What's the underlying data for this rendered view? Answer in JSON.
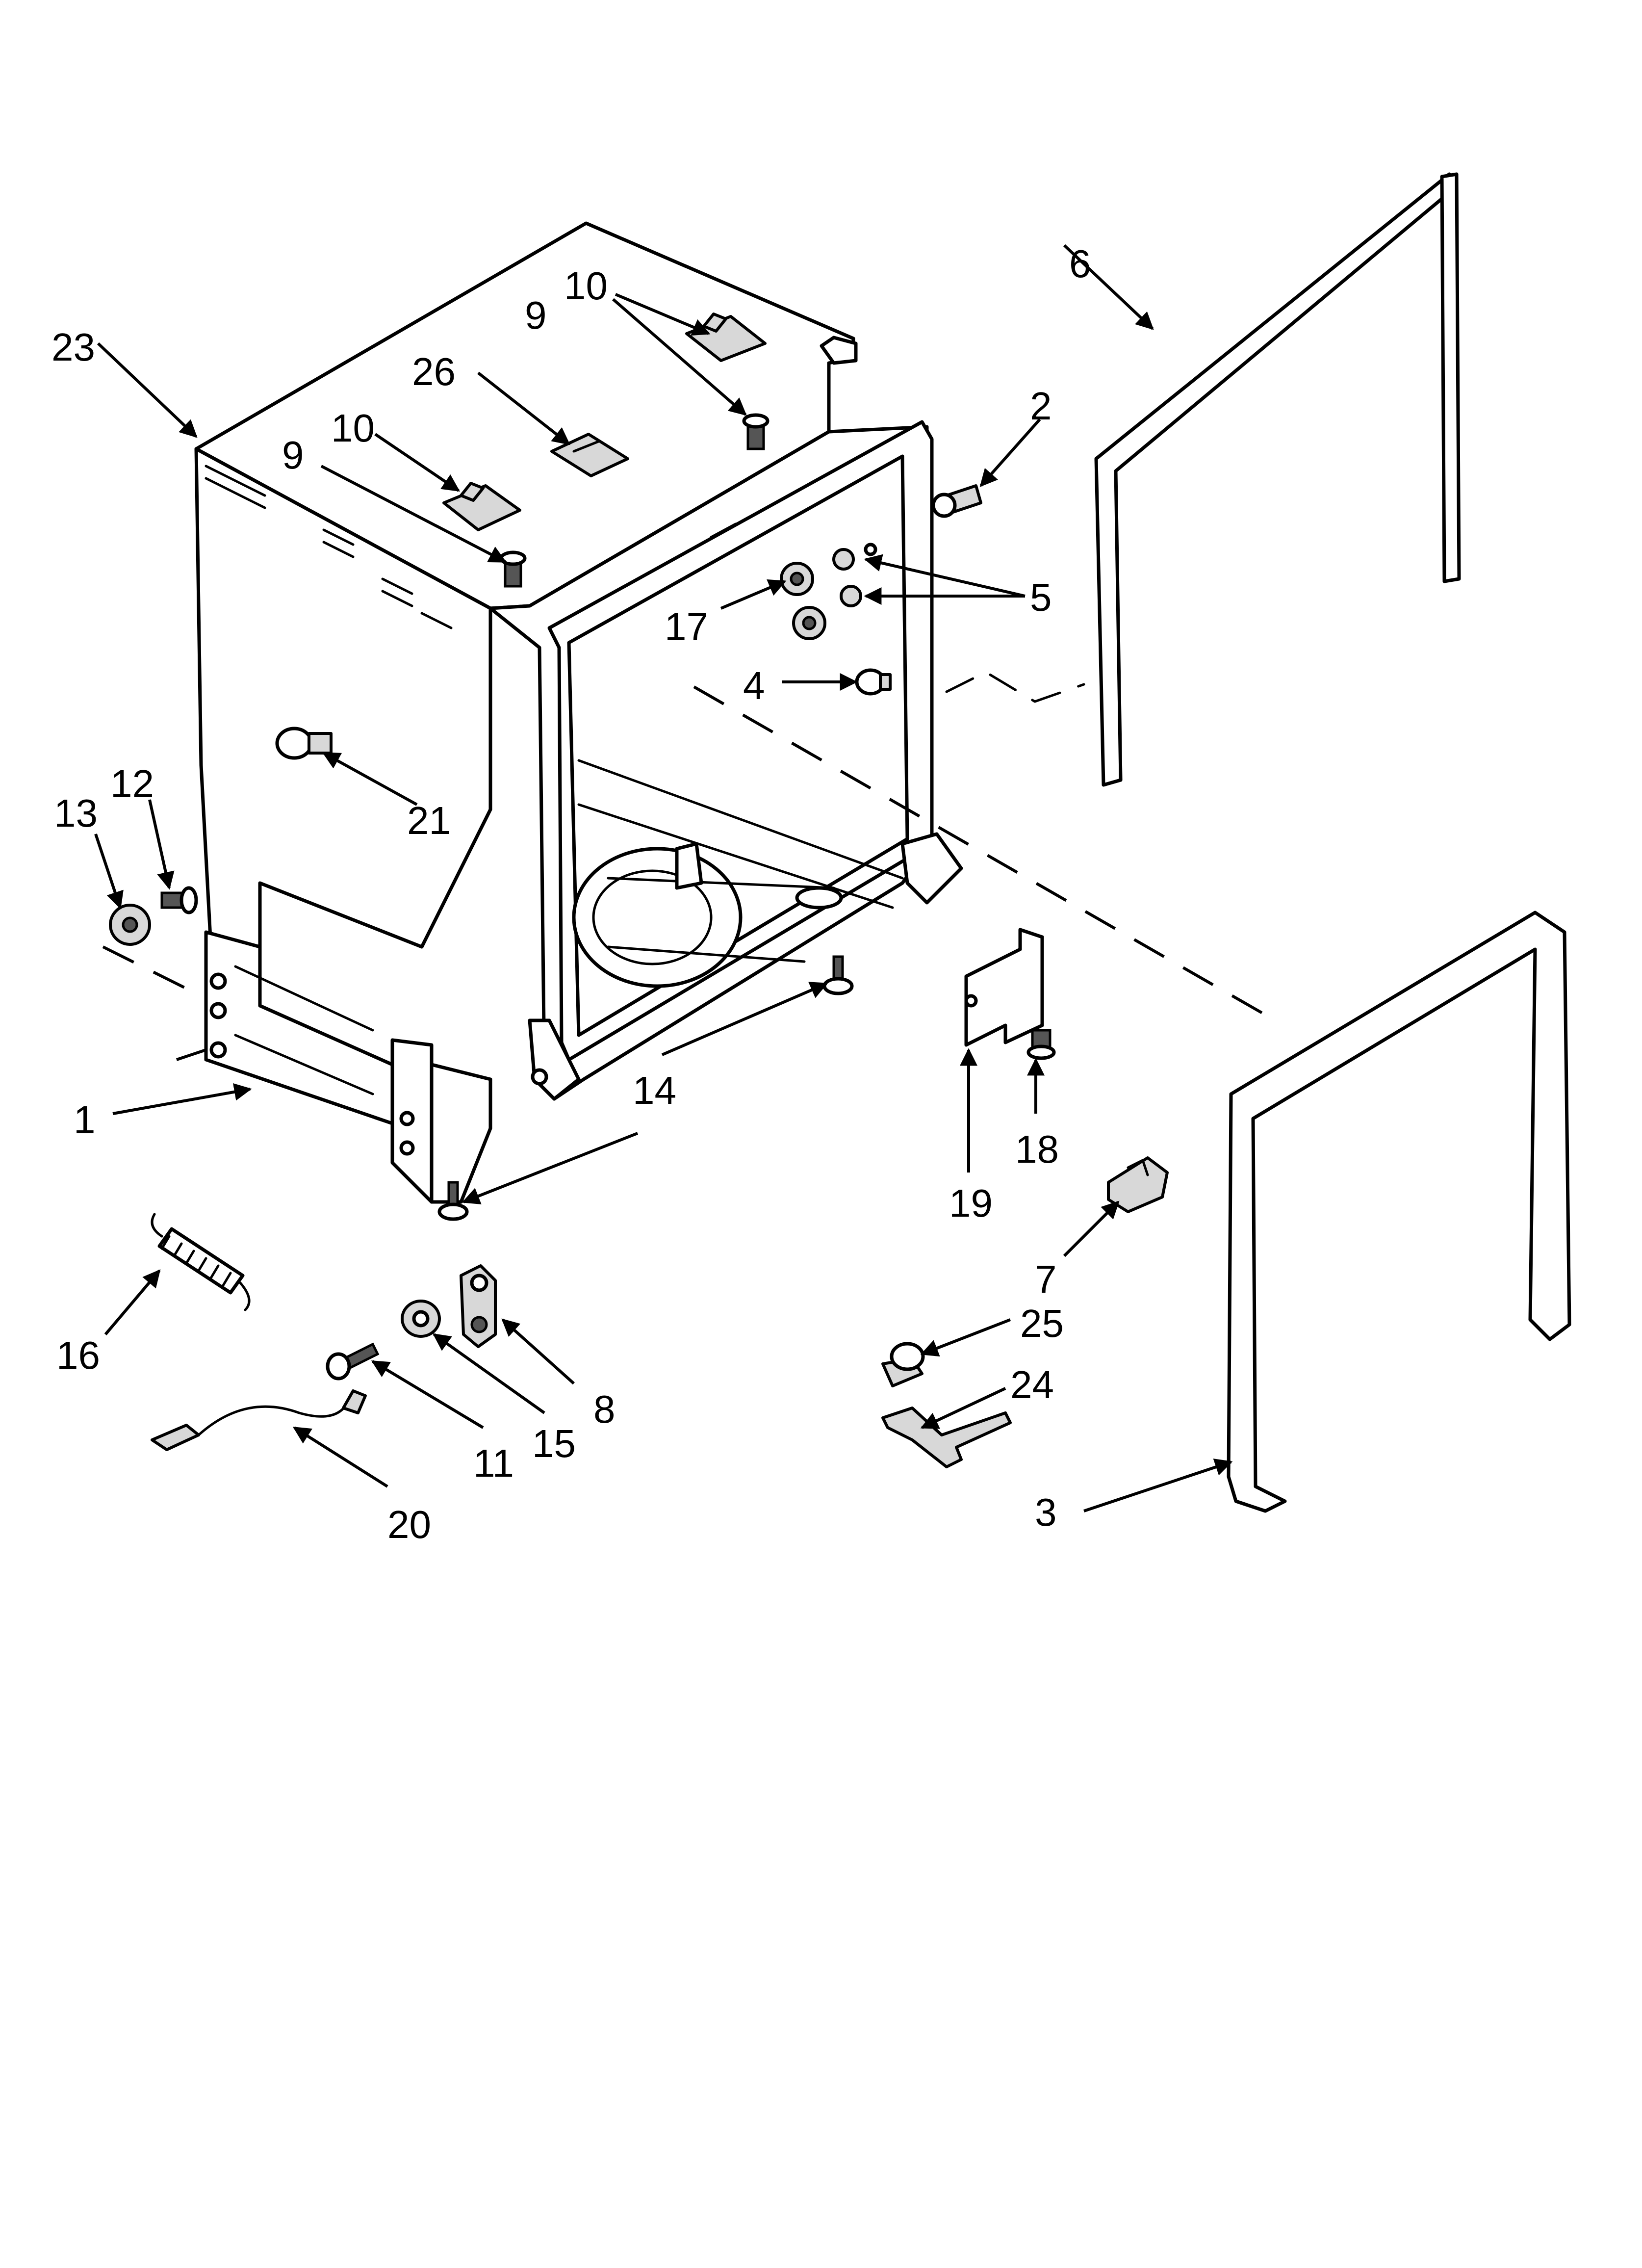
{
  "diagram": {
    "labels": {
      "l1": "1",
      "l2": "2",
      "l3": "3",
      "l4": "4",
      "l5": "5",
      "l6": "6",
      "l7": "7",
      "l8": "8",
      "l9a": "9",
      "l9b": "9",
      "l10a": "10",
      "l10b": "10",
      "l11": "11",
      "l12": "12",
      "l13": "13",
      "l14": "14",
      "l15": "15",
      "l16": "16",
      "l17": "17",
      "l18": "18",
      "l19": "19",
      "l20": "20",
      "l21": "21",
      "l23": "23",
      "l24": "24",
      "l25": "25",
      "l26": "26"
    }
  }
}
